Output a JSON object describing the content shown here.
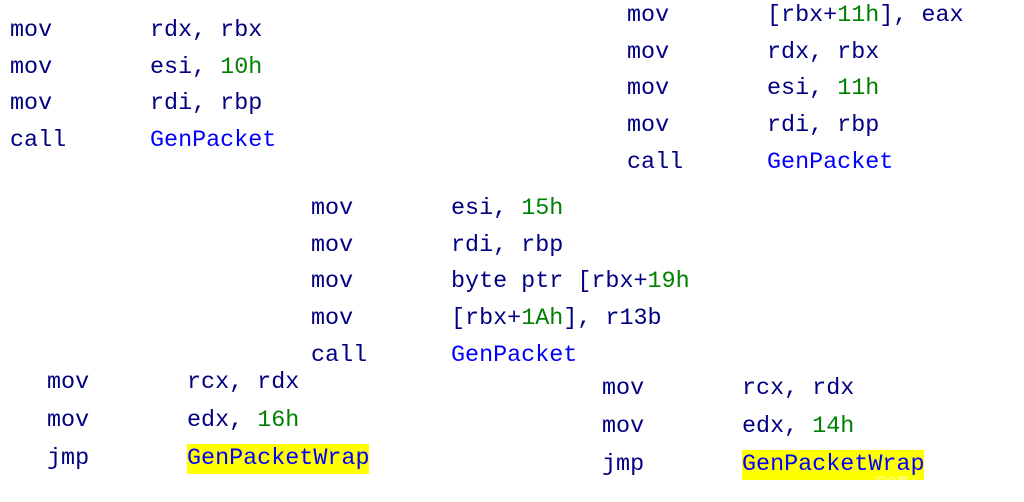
{
  "colors": {
    "mnemonic": "#000080",
    "number": "#008000",
    "symbol": "#0000ff",
    "highlight": "#ffff00"
  },
  "blocks": [
    {
      "id": "bA",
      "rows": [
        {
          "mn": "mov",
          "op": [
            {
              "t": "rdx, rbx",
              "c": "n"
            }
          ]
        },
        {
          "mn": "mov",
          "op": [
            {
              "t": "esi, ",
              "c": "n"
            },
            {
              "t": "10h",
              "c": "g"
            }
          ]
        },
        {
          "mn": "mov",
          "op": [
            {
              "t": "rdi, rbp",
              "c": "n"
            }
          ]
        },
        {
          "mn": "call",
          "op": [
            {
              "t": "GenPacket",
              "c": "b"
            }
          ]
        }
      ]
    },
    {
      "id": "bB",
      "rows": [
        {
          "mn": "mov",
          "op": [
            {
              "t": "[rbx+",
              "c": "n"
            },
            {
              "t": "11h",
              "c": "g"
            },
            {
              "t": "], eax",
              "c": "n"
            }
          ]
        },
        {
          "mn": "mov",
          "op": [
            {
              "t": "rdx, rbx",
              "c": "n"
            }
          ]
        },
        {
          "mn": "mov",
          "op": [
            {
              "t": "esi, ",
              "c": "n"
            },
            {
              "t": "11h",
              "c": "g"
            }
          ]
        },
        {
          "mn": "mov",
          "op": [
            {
              "t": "rdi, rbp",
              "c": "n"
            }
          ]
        },
        {
          "mn": "call",
          "op": [
            {
              "t": "GenPacket",
              "c": "b"
            }
          ]
        }
      ]
    },
    {
      "id": "bC",
      "rows": [
        {
          "mn": "mov",
          "op": [
            {
              "t": "esi, ",
              "c": "n"
            },
            {
              "t": "15h",
              "c": "g"
            }
          ]
        },
        {
          "mn": "mov",
          "op": [
            {
              "t": "rdi, rbp",
              "c": "n"
            }
          ]
        },
        {
          "mn": "mov",
          "op": [
            {
              "t": "byte ptr [rbx+",
              "c": "n"
            },
            {
              "t": "19h",
              "c": "g"
            }
          ]
        },
        {
          "mn": "mov",
          "op": [
            {
              "t": "[rbx+",
              "c": "n"
            },
            {
              "t": "1Ah",
              "c": "g"
            },
            {
              "t": "], r13b",
              "c": "n"
            }
          ]
        },
        {
          "mn": "call",
          "op": [
            {
              "t": "GenPacket",
              "c": "b"
            }
          ]
        }
      ]
    },
    {
      "id": "bD",
      "rows": [
        {
          "mn": "mov",
          "op": [
            {
              "t": "rcx, rdx",
              "c": "n"
            }
          ]
        },
        {
          "mn": "mov",
          "op": [
            {
              "t": "edx, ",
              "c": "n"
            },
            {
              "t": "16h",
              "c": "g"
            }
          ]
        },
        {
          "mn": "jmp",
          "op": [
            {
              "t": "GenPacketWrap",
              "c": "h"
            }
          ]
        }
      ]
    },
    {
      "id": "bE",
      "rows": [
        {
          "mn": "mov",
          "op": [
            {
              "t": "rcx, rdx",
              "c": "n"
            }
          ]
        },
        {
          "mn": "mov",
          "op": [
            {
              "t": "edx, ",
              "c": "n"
            },
            {
              "t": "14h",
              "c": "g"
            }
          ]
        },
        {
          "mn": "jmp",
          "op": [
            {
              "t": "GenPacketWrap",
              "c": "h"
            }
          ]
        }
      ]
    }
  ],
  "watermark": "安全客 ( www.anquanke.com )"
}
